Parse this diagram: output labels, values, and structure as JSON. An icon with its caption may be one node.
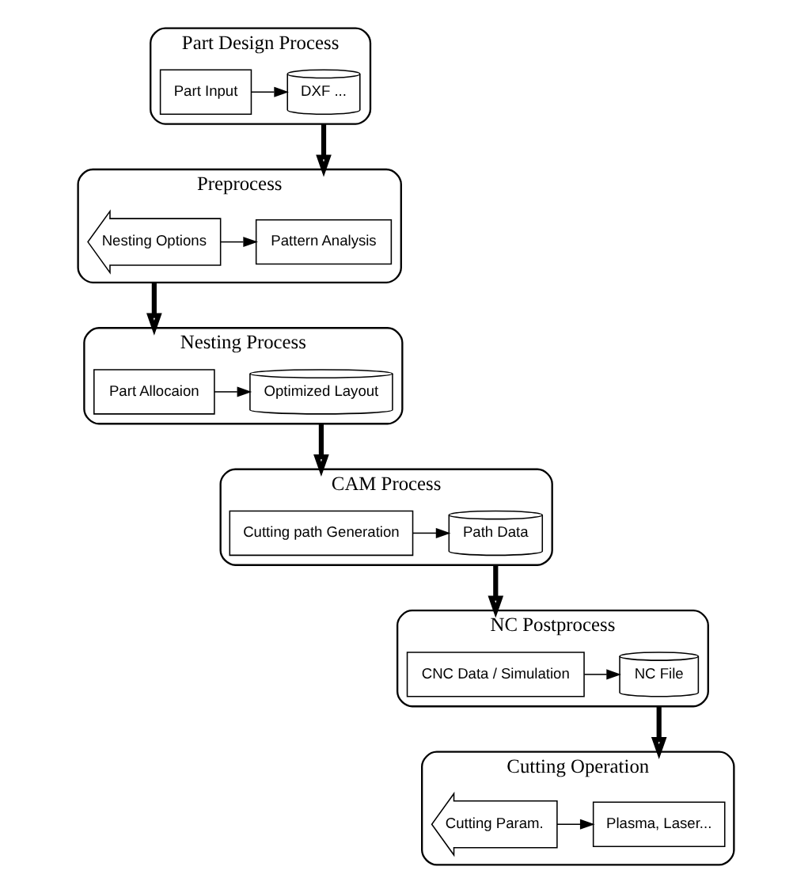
{
  "diagram": {
    "nodes": [
      {
        "text": [
          "Part Design Process"
        ]
      },
      {
        "text": [
          "Part Input"
        ],
        "in": 0
      },
      {
        "text": [
          "DXF ..."
        ],
        "in": 0
      },
      {
        "text": [
          "Preprocess"
        ]
      },
      {
        "text": [
          "Pattern Analysis"
        ],
        "in": 3
      },
      {
        "text": [
          "Nesting Options"
        ],
        "in": 3
      },
      {
        "text": [
          "Nesting Process"
        ]
      },
      {
        "text": [
          "Part Allocaion"
        ],
        "in": 6
      },
      {
        "text": [
          "Optimized Layout"
        ],
        "in": 6
      },
      {
        "text": [
          "CAM Process"
        ]
      },
      {
        "text": [
          "Cutting path Generation"
        ],
        "in": 9
      },
      {
        "text": [
          "Path Data"
        ],
        "in": 9
      },
      {
        "text": [
          "NC Postprocess"
        ]
      },
      {
        "text": [
          "CNC Data / Simulation"
        ],
        "in": 12
      },
      {
        "text": [
          "NC File"
        ],
        "in": 12
      },
      {
        "text": [
          "Cutting Operation"
        ]
      },
      {
        "text": [
          "Plasma, Laser..."
        ],
        "in": 15
      },
      {
        "text": [
          "Cutting Param."
        ],
        "in": 15
      }
    ],
    "edges": [
      {
        "from": 1,
        "to": 2,
        "arrow": "to"
      },
      {
        "from": 5,
        "to": 4,
        "arrow": "to"
      },
      {
        "from": 7,
        "to": 8,
        "arrow": "to"
      },
      {
        "from": 10,
        "to": 11,
        "arrow": "to"
      },
      {
        "from": 13,
        "to": 14,
        "arrow": "to"
      },
      {
        "from": 17,
        "to": 16,
        "arrow": "to"
      },
      {
        "from": 0,
        "to": 3,
        "arrow": "to",
        "style": "thick"
      },
      {
        "from": 3,
        "to": 6,
        "arrow": "to",
        "style": "thick"
      },
      {
        "from": 6,
        "to": 9,
        "arrow": "to",
        "style": "thick"
      },
      {
        "from": 9,
        "to": 12,
        "arrow": "to",
        "style": "thick"
      },
      {
        "from": 12,
        "to": 15,
        "arrow": "to",
        "style": "thick"
      }
    ]
  }
}
